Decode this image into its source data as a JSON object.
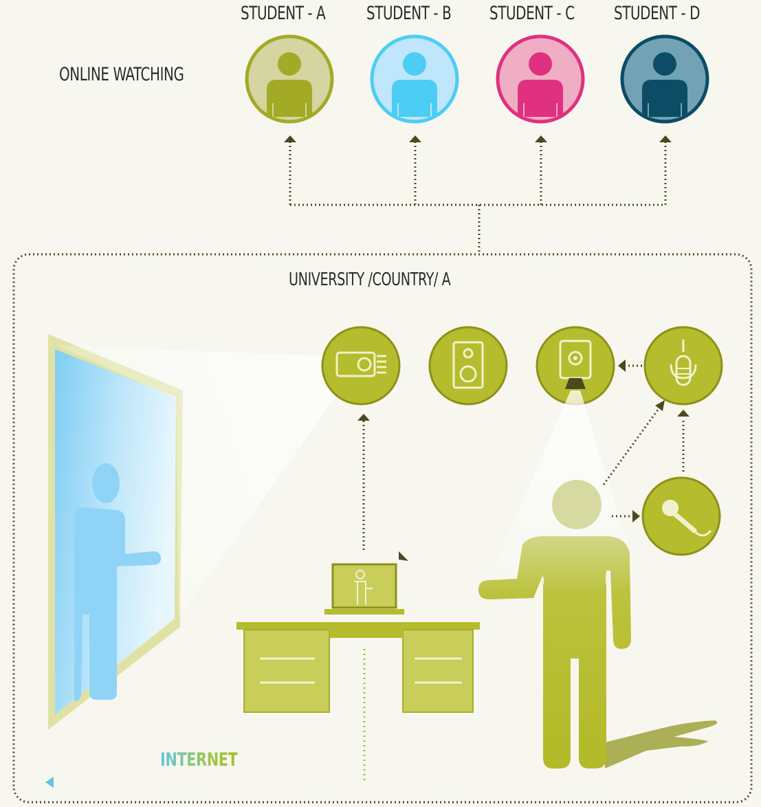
{
  "students": [
    {
      "label": "STUDENT - A",
      "bg": "#d5d5a2",
      "fg": "#a3aa26",
      "ring": "#a3aa26"
    },
    {
      "label": "STUDENT - B",
      "bg": "#bfe6fa",
      "fg": "#4ccdf4",
      "ring": "#4ccdf4"
    },
    {
      "label": "STUDENT - C",
      "bg": "#efaec4",
      "fg": "#e03080",
      "ring": "#e03080"
    },
    {
      "label": "STUDENT - D",
      "bg": "#71a3b5",
      "fg": "#0c4c64",
      "ring": "#0c4c64"
    }
  ],
  "online_label": "ONLINE WATCHING",
  "university_label": "UNIVERSITY /COUNTRY/ A",
  "internet_label": "INTERNET",
  "devices": [
    "projector-icon",
    "speaker-icon",
    "camera-icon",
    "audio-mixer-icon",
    "microphone-icon"
  ],
  "colors": {
    "background": "#f7f7f0",
    "olive": "#b5bc2d",
    "olive_dark": "#8d9118",
    "connector": "#4a4a1c",
    "screen_blue": "#8fd4f6",
    "internet_dots_start": "#63c3e4",
    "internet_dots_end": "#a4bf2a"
  }
}
